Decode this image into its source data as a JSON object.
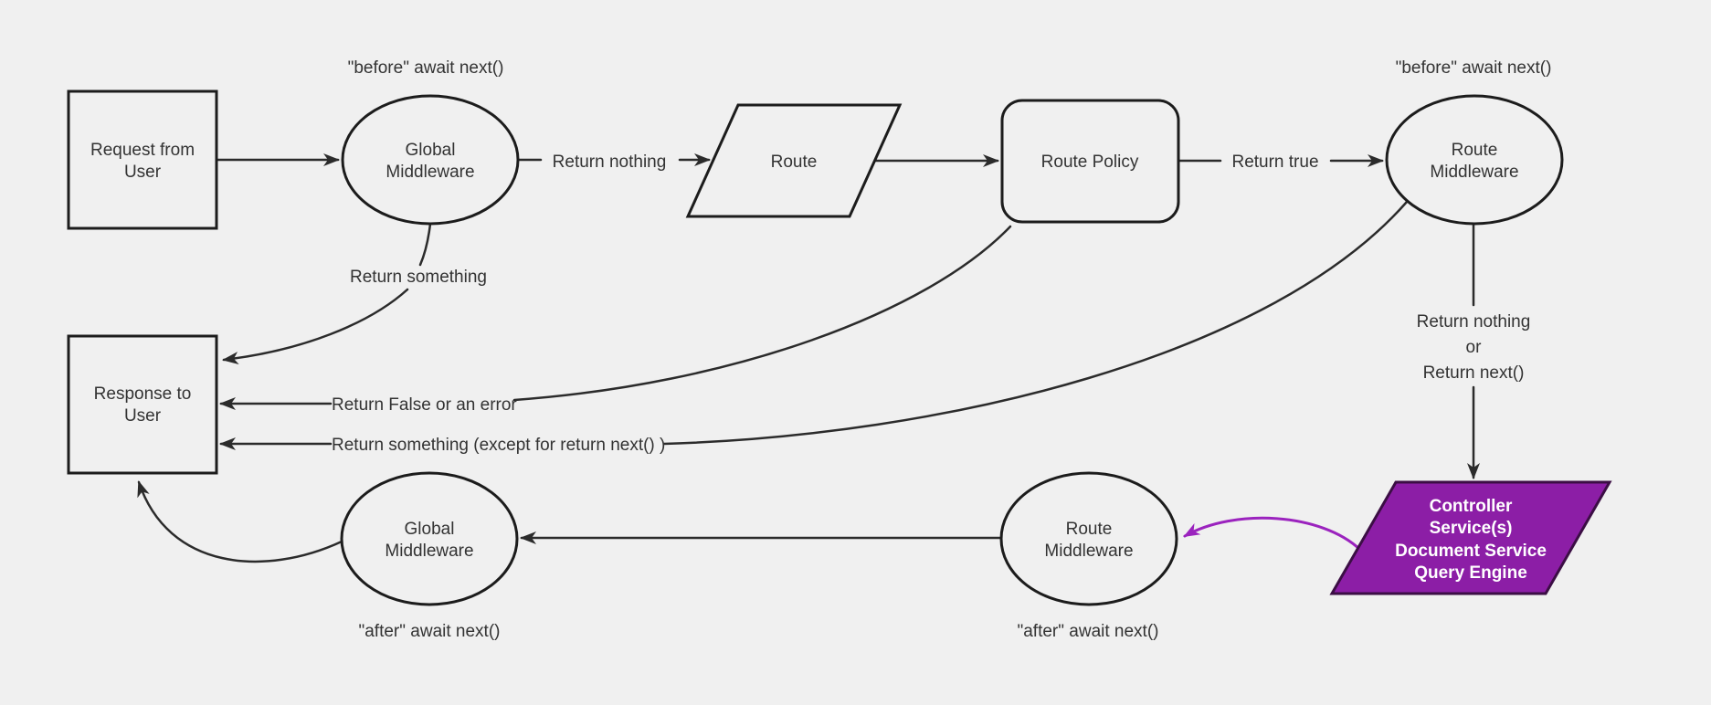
{
  "diagram": {
    "colors": {
      "background": "#f0f0f0",
      "node_fill": "#f0f0f0",
      "node_stroke": "#1c1c1c",
      "edge": "#2b2b2b",
      "text": "#333333",
      "controller_fill": "#8c1ea6",
      "controller_stroke": "#3b0e44",
      "controller_text": "#ffffff",
      "purple_arrow": "#9b23be"
    },
    "nodes": {
      "request": {
        "line1": "Request from",
        "line2": "User"
      },
      "global_middleware_top": {
        "line1": "Global",
        "line2": "Middleware"
      },
      "route": {
        "label": "Route"
      },
      "route_policy": {
        "label": "Route Policy"
      },
      "route_middleware_top": {
        "line1": "Route",
        "line2": "Middleware"
      },
      "controller": {
        "line1": "Controller",
        "line2": "Service(s)",
        "line3": "Document Service",
        "line4": "Query Engine"
      },
      "route_middleware_bottom": {
        "line1": "Route",
        "line2": "Middleware"
      },
      "global_middleware_bottom": {
        "line1": "Global",
        "line2": "Middleware"
      },
      "response": {
        "line1": "Response to",
        "line2": "User"
      }
    },
    "annotations": {
      "before_global": "\"before\" await next()",
      "before_route": "\"before\" await next()",
      "after_global": "\"after\" await next()",
      "after_route": "\"after\" await next()"
    },
    "edge_labels": {
      "return_nothing": "Return nothing",
      "return_true": "Return true",
      "return_something": "Return something",
      "return_false": "Return False or an error",
      "return_something_except": "Return something (except for return next() )",
      "return_nothing_or_line1": "Return nothing",
      "return_nothing_or_line2": "or",
      "return_nothing_or_line3": "Return next()"
    }
  }
}
